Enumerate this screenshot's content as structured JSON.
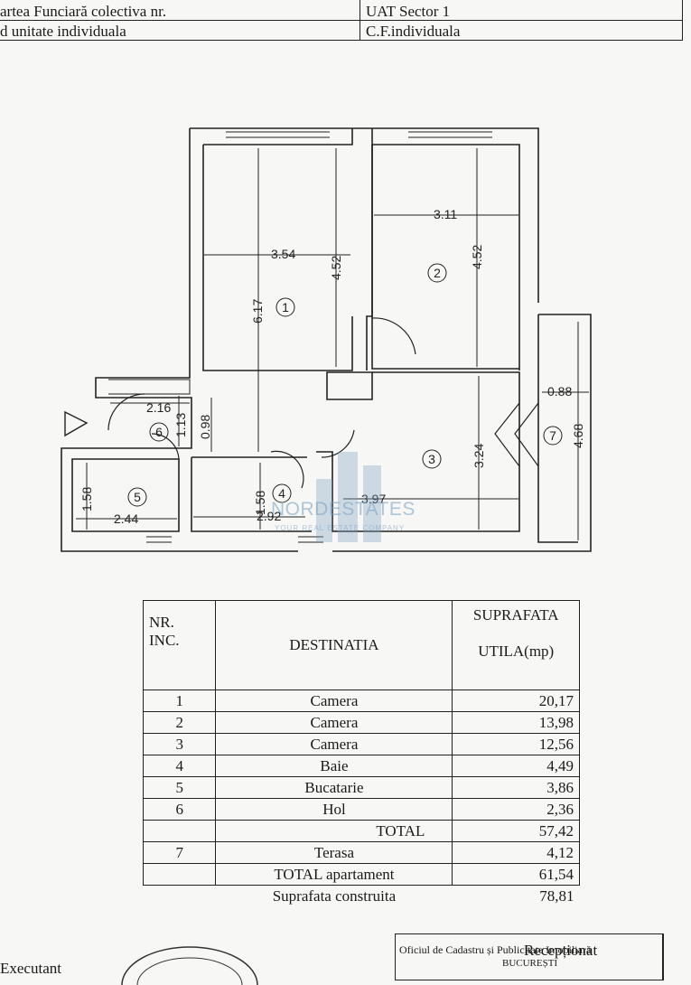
{
  "header": {
    "left_top": "artea Funciară colectiva nr.",
    "left_bottom": "d unitate individuala",
    "right_top": "UAT  Sector 1",
    "right_bottom": "C.F.individuala"
  },
  "plan": {
    "room_numbers": [
      "1",
      "2",
      "3",
      "4",
      "5",
      "6",
      "7"
    ],
    "dims": {
      "r1_width": "3.54",
      "r1_depth": "4.52",
      "r1_total": "6.17",
      "r2_width": "3.11",
      "r2_depth": "4.52",
      "r3_depth": "3.24",
      "r3_width": "3.97",
      "r4_depth": "1.58",
      "r4_width": "2.92",
      "r5_depth": "1.58",
      "r5_width": "2.44",
      "r6_width": "2.16",
      "r6_depth": "1.13",
      "r6_other": "0.98",
      "r7_width": "0.88",
      "r7_depth": "4.68"
    }
  },
  "watermark": {
    "brand": "NORDESTATES",
    "tagline": "YOUR REAL ESTATE COMPANY"
  },
  "table": {
    "h_nr": "NR.",
    "h_inc": "INC.",
    "h_dest": "DESTINATIA",
    "h_supr": "SUPRAFATA",
    "h_util": "UTILA(mp)",
    "rows": [
      {
        "nr": "1",
        "dest": "Camera",
        "val": "20,17"
      },
      {
        "nr": "2",
        "dest": "Camera",
        "val": "13,98"
      },
      {
        "nr": "3",
        "dest": "Camera",
        "val": "12,56"
      },
      {
        "nr": "4",
        "dest": "Baie",
        "val": "4,49"
      },
      {
        "nr": "5",
        "dest": "Bucatarie",
        "val": "3,86"
      },
      {
        "nr": "6",
        "dest": "Hol",
        "val": "2,36"
      }
    ],
    "total_label": "TOTAL",
    "total_val": "57,42",
    "terasa_nr": "7",
    "terasa_label": "Terasa",
    "terasa_val": "4,12",
    "total_ap_label": "TOTAL apartament",
    "total_ap_val": "61,54",
    "constr_label": "Suprafata construita",
    "constr_val": "78,81"
  },
  "footer": {
    "executant": "Executant",
    "office_line": "Oficiul de Cadastru și Publicitate Imobiliară",
    "office_city": "BUCUREȘTI",
    "receptionat": "Recepționat"
  }
}
